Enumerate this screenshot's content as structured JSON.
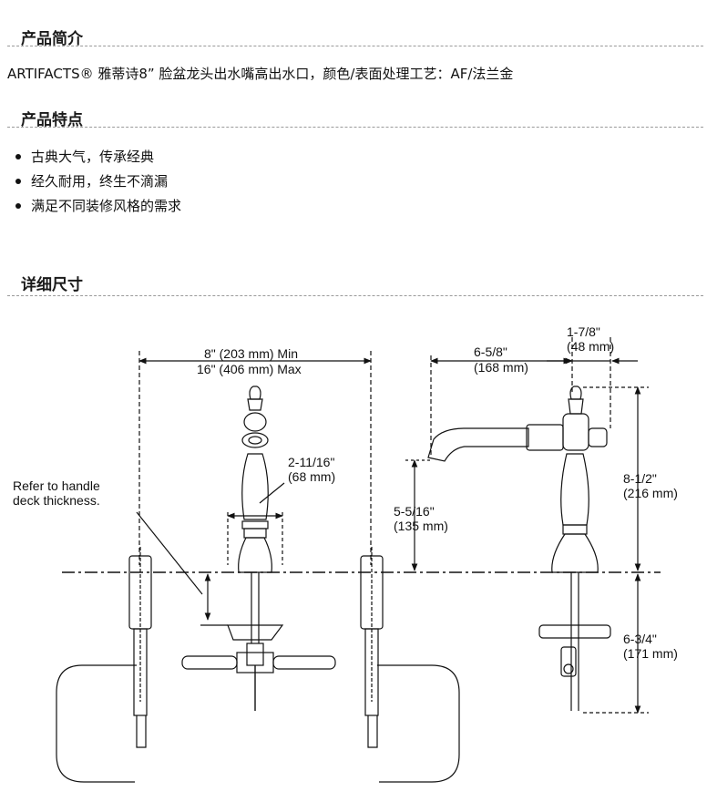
{
  "intro": {
    "heading": "产品简介",
    "text": "ARTIFACTS® 雅蒂诗8” 脸盆龙头出水嘴高出水口，颜色/表面处理工艺：AF/法兰金"
  },
  "features": {
    "heading": "产品特点",
    "items": [
      "古典大气，传承经典",
      "经久耐用，终生不滴漏",
      "满足不同装修风格的需求"
    ]
  },
  "dimensions": {
    "heading": "详细尺寸",
    "spread_min": "8\" (203 mm) Min",
    "spread_max": "16\" (406 mm) Max",
    "handle_note_1": "Refer to handle",
    "handle_note_2": "deck thickness.",
    "handle_width_in": "2-11/16\"",
    "handle_width_mm": "(68 mm)",
    "spout_reach_in": "6-5/8\"",
    "spout_reach_mm": "(168 mm)",
    "handle_offset_in": "1-7/8\"",
    "handle_offset_mm": "(48 mm)",
    "spout_height_in": "5-5/16\"",
    "spout_height_mm": "(135 mm)",
    "overall_height_in": "8-1/2\"",
    "overall_height_mm": "(216 mm)",
    "below_deck_in": "6-3/4\"",
    "below_deck_mm": "(171 mm)"
  }
}
